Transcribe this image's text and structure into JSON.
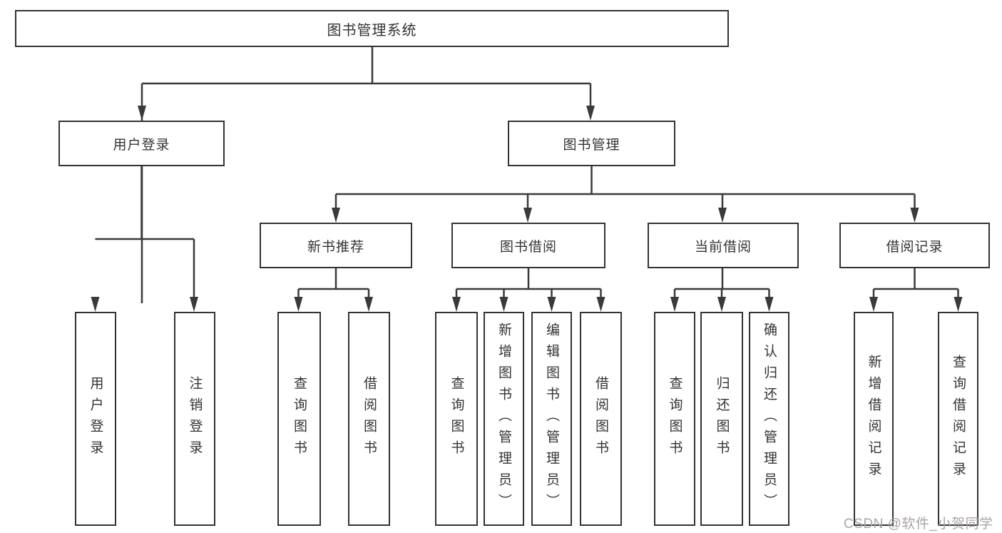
{
  "tree": {
    "root": "图书管理系统",
    "children": [
      {
        "label": "用户登录",
        "children": [
          {
            "label": "用户登录"
          },
          {
            "label": "注销登录"
          }
        ]
      },
      {
        "label": "图书管理",
        "children": [
          {
            "label": "新书推荐",
            "children": [
              {
                "label": "查询图书"
              },
              {
                "label": "借阅图书"
              }
            ]
          },
          {
            "label": "图书借阅",
            "children": [
              {
                "label": "查询图书"
              },
              {
                "label": "新增图书（管理员）"
              },
              {
                "label": "编辑图书（管理员）"
              },
              {
                "label": "借阅图书"
              }
            ]
          },
          {
            "label": "当前借阅",
            "children": [
              {
                "label": "查询图书"
              },
              {
                "label": "归还图书"
              },
              {
                "label": "确认归还（管理员）"
              }
            ]
          },
          {
            "label": "借阅记录",
            "children": [
              {
                "label": "新增借阅记录"
              },
              {
                "label": "查询借阅记录"
              }
            ]
          }
        ]
      }
    ]
  },
  "watermark": "CSDN @软件_小贺同学",
  "colors": {
    "line": "#3a3a3c",
    "box_border": "#333336",
    "text": "#333333",
    "background": "#ffffff",
    "watermark": "#aba4a4"
  }
}
